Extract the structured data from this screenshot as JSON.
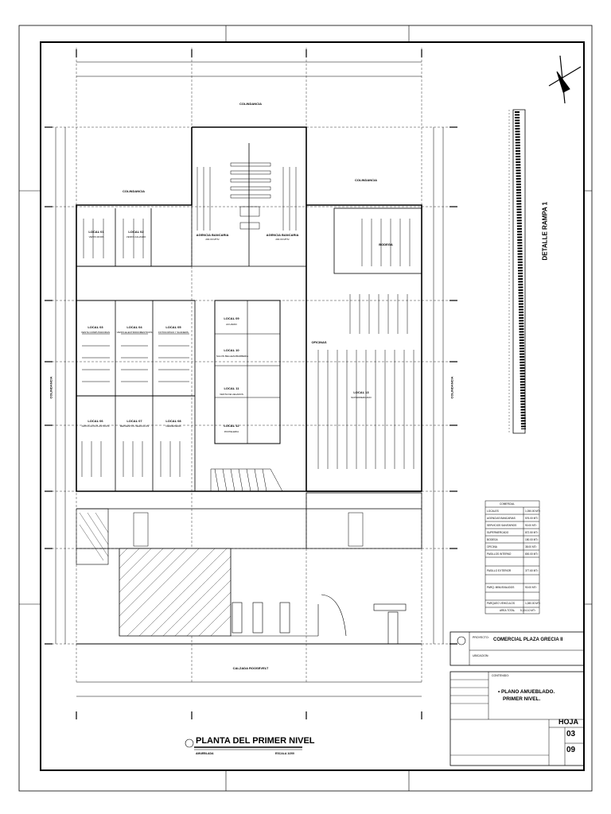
{
  "sheet_title": "PLANTA DEL PRIMER NIVEL",
  "scale": "ESCALA 1/200",
  "furnished": "AMUEBLADA",
  "boundary": "COLINDANCIA",
  "street": "CALZADA ROOSEVELT",
  "ramp_title": "DETALLE RAMPA 1",
  "offices": "OFICINAS",
  "bodega": "BODEGA",
  "banks": [
    {
      "name": "AGENCIA BANCARIA",
      "area": "200.00 MTS²"
    },
    {
      "name": "AGENCIA BANCARIA",
      "area": "200.00 MTS²"
    }
  ],
  "locals": [
    {
      "name": "LOCAL 01",
      "use": "VENTA ROPA"
    },
    {
      "name": "LOCAL 02",
      "use": "VENTA CALZADO"
    },
    {
      "name": "LOCAL 03",
      "use": "VENTA COMPUTADORAS"
    },
    {
      "name": "LOCAL 04",
      "use": "VENTA ELECTRODOMESTICOS"
    },
    {
      "name": "LOCAL 05",
      "use": "FOTOCOPIAS Y SCANERS"
    },
    {
      "name": "LOCAL 06",
      "use": "ARTICULOS PLASTICOS"
    },
    {
      "name": "LOCAL 07",
      "use": "REPUESTOS VEHICULOS"
    },
    {
      "name": "LOCAL 08",
      "use": "FERRETERIA"
    },
    {
      "name": "LOCAL 09",
      "use": "ACUARIO"
    },
    {
      "name": "LOCAL 10",
      "use": "SALON BELLEZA/BARBERIA"
    },
    {
      "name": "LOCAL 11",
      "use": "VENTA DE HELADOS"
    },
    {
      "name": "LOCAL 12",
      "use": "PASTELERIA"
    },
    {
      "name": "LOCAL 13",
      "use": "SUPERMERCADO"
    }
  ],
  "area_table": {
    "header": "COMERCIAL",
    "rows": [
      {
        "label": "LOCALES",
        "value": "1,050.00 MT²"
      },
      {
        "label": "AGENCIAS BANCARIAS",
        "value": "576.00 MT²"
      },
      {
        "label": "SERVICIOS SANITARIOS",
        "value": "90.00 MT²"
      },
      {
        "label": "SUPERMERCADO",
        "value": "872.50 MT²"
      },
      {
        "label": "BODEGA",
        "value": "150.00 MT²"
      },
      {
        "label": "OFICINA",
        "value": "38.00 MT²"
      },
      {
        "label": "PASILLOS INTERNO",
        "value": "800.00 MT²"
      },
      {
        "label": "PASILLO EXTERIOR",
        "value": "377.60 MT²"
      },
      {
        "label": "PARQ. MINUSVALIDOS",
        "value": "90.00 MT²"
      },
      {
        "label": "PARQUEO VEHICULOS",
        "value": "1,080.00 MT²"
      },
      {
        "label": "AREA TOTAL",
        "value": "5,124.10 MT²"
      }
    ]
  },
  "project": {
    "label": "PROYECTO:",
    "name": "COMERCIAL PLAZA GRECIA II",
    "location_label": "UBICACION:"
  },
  "plan": {
    "content_label": "CONTENIDO:",
    "title_line1": "• PLANO AMUEBLADO.",
    "title_line2": "PRIMER NIVEL.",
    "sheet_label": "HOJA",
    "sheet_no": "03",
    "sheet_total": "09"
  }
}
